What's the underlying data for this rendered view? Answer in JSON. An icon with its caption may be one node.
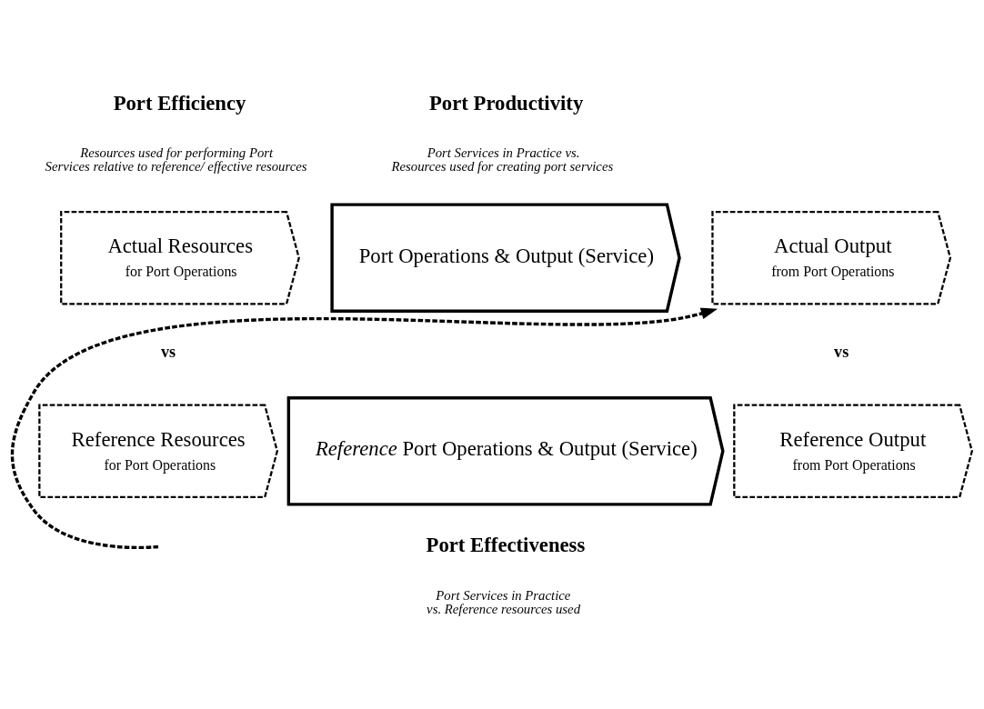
{
  "diagram": {
    "nodes": [
      {
        "text": [
          "Actual Resources",
          "for Port Operations"
        ]
      },
      {
        "text": [
          "Port Operations & Output (Service)"
        ]
      },
      {
        "text": [
          "Actual Output",
          "from Port Operations"
        ]
      },
      {
        "text": [
          "Reference Resources",
          "for Port Operations"
        ]
      },
      {
        "text": [
          "*Reference* Port Operations & Output (Service)"
        ]
      },
      {
        "text": [
          "Reference Output",
          "from Port Operations"
        ]
      }
    ],
    "edges": [
      {
        "from": null,
        "to": 2,
        "arrow": "to",
        "style": "dashed"
      }
    ],
    "labels": [
      "Port Productivity",
      "Port Services in Practice vs. Resources used for creating port services",
      "Port Efficiency",
      "Resources used for performing Port Services relative to reference/ effective resources",
      "vs",
      "vs",
      "Port Effectiveness",
      "Port Services in Practice vs. Reference resources used"
    ]
  }
}
